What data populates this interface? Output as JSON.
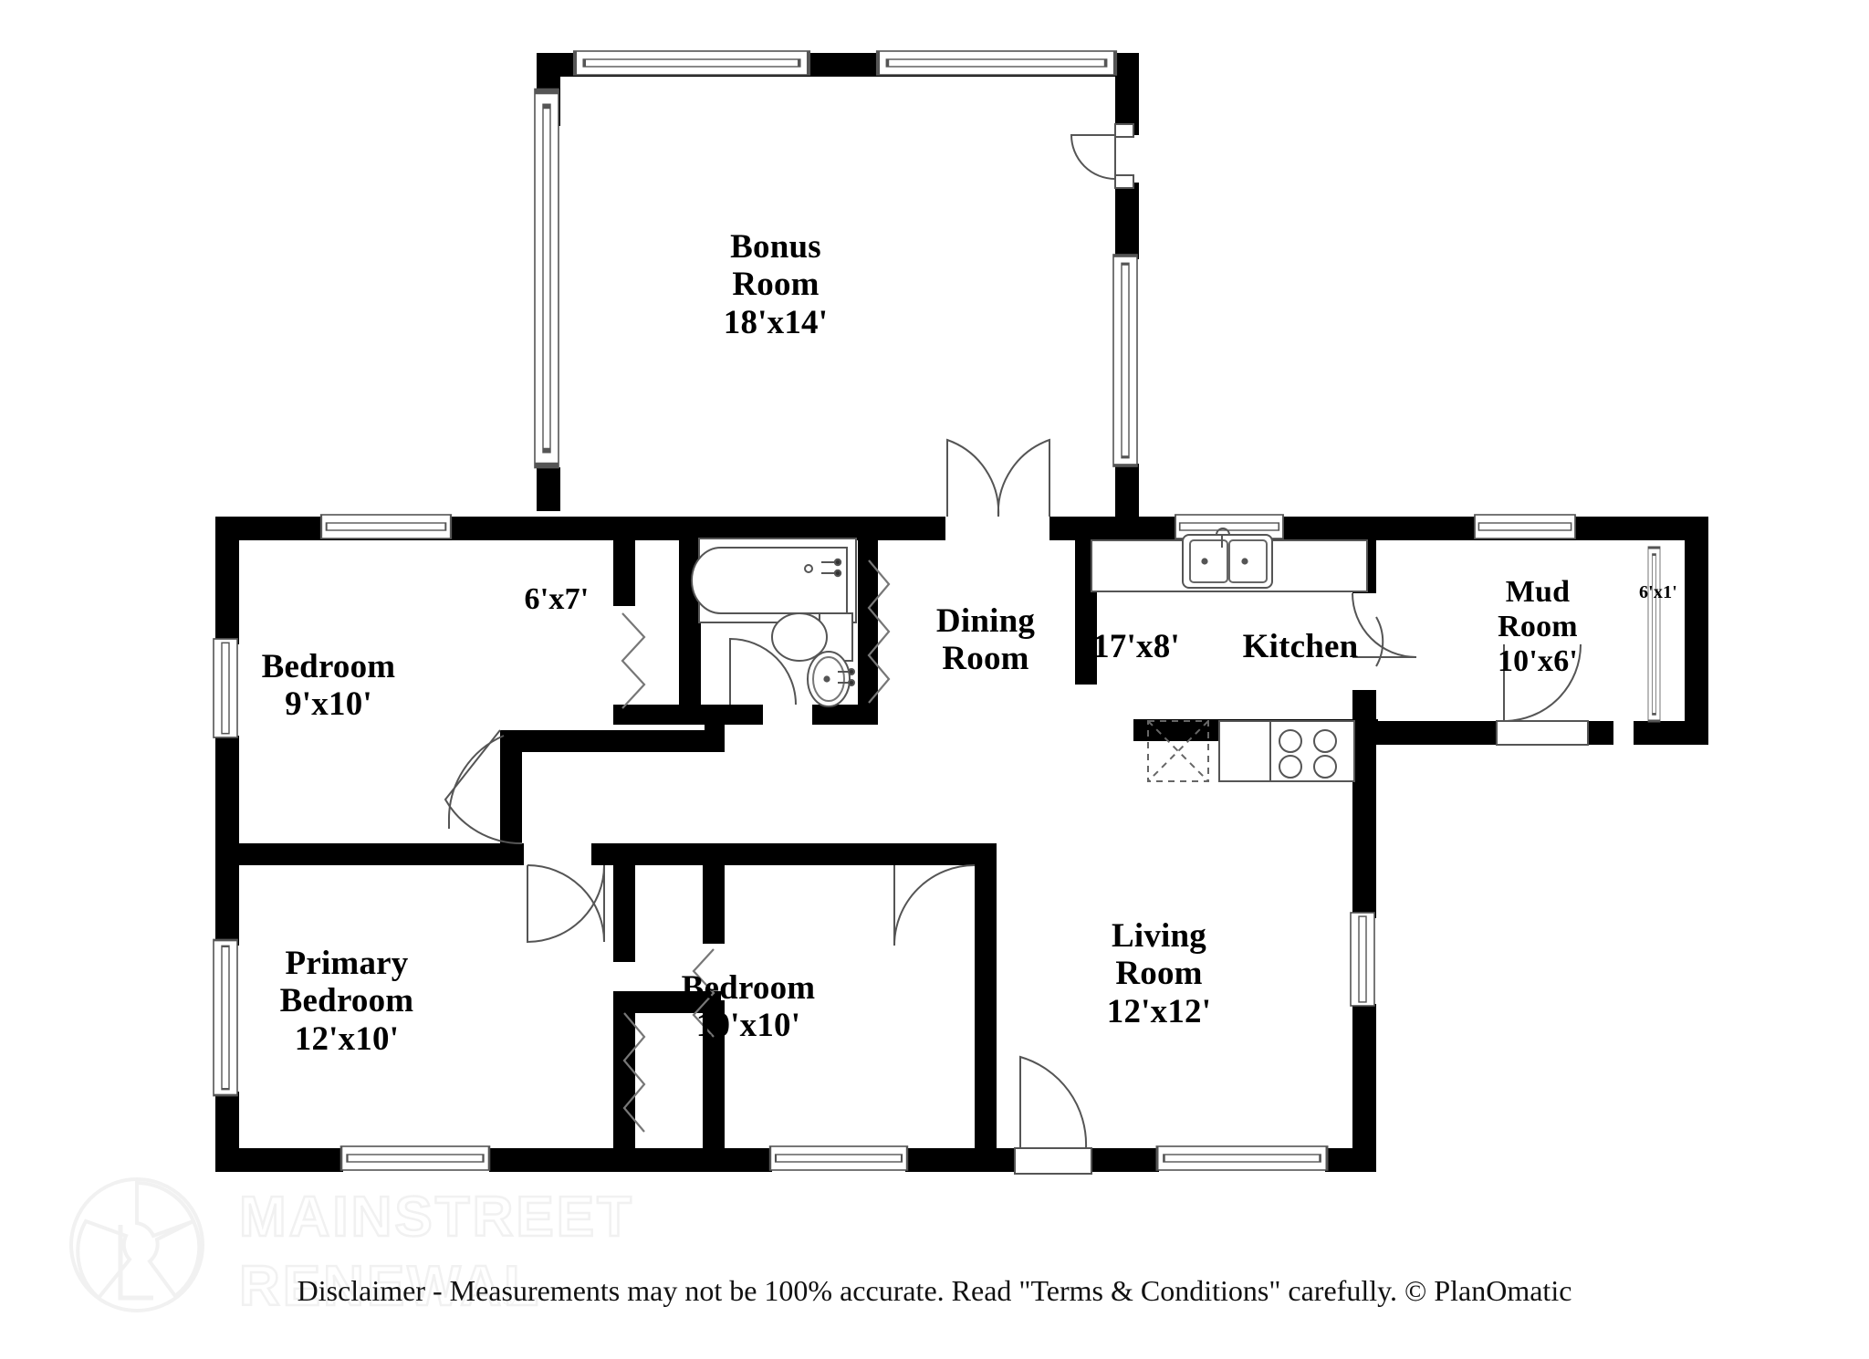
{
  "document": {
    "type": "floor-plan",
    "disclaimer": "Disclaimer - Measurements may not be 100% accurate. Read \"Terms & Conditions\" carefully. © PlanOmatic"
  },
  "watermark": {
    "line1": "MAINSTREET",
    "line2": "RENEWAL",
    "registered_mark": "®",
    "color": "#f0f0f0",
    "logo_icon": "camera-shutter-logo-icon"
  },
  "colors": {
    "wall": "#000000",
    "background": "#ffffff",
    "fixture_stroke": "#333333",
    "text": "#000000",
    "watermark": "#f1f1f1"
  },
  "rooms": [
    {
      "id": "bonus-room",
      "name": "Bonus\nRoom",
      "dimensions": "18'x14'",
      "label": "Bonus\nRoom\n18'x14'",
      "size": "lg"
    },
    {
      "id": "bedroom-front",
      "name": "Bedroom",
      "dimensions": "9'x10'",
      "label": "Bedroom\n9'x10'",
      "size": "lg"
    },
    {
      "id": "closet-6x7",
      "name": "",
      "dimensions": "6'x7'",
      "label": "6'x7'",
      "size": "md"
    },
    {
      "id": "dining-room",
      "name": "Dining\nRoom",
      "dimensions": "",
      "label": "Dining\nRoom",
      "size": "lg"
    },
    {
      "id": "kitchen-dims",
      "name": "",
      "dimensions": "17'x8'",
      "label": "17'x8'",
      "size": "lg"
    },
    {
      "id": "kitchen",
      "name": "Kitchen",
      "dimensions": "",
      "label": "Kitchen",
      "size": "lg"
    },
    {
      "id": "mud-room",
      "name": "Mud\nRoom",
      "dimensions": "10'x6'",
      "label": "Mud\nRoom\n10'x6'",
      "size": "md"
    },
    {
      "id": "mud-closet",
      "name": "",
      "dimensions": "6'x1'",
      "label": "6'x1'",
      "size": "sm"
    },
    {
      "id": "primary-bedroom",
      "name": "Primary\nBedroom",
      "dimensions": "12'x10'",
      "label": "Primary\nBedroom\n12'x10'",
      "size": "lg"
    },
    {
      "id": "bedroom-rear",
      "name": "Bedroom",
      "dimensions": "10'x10'",
      "label": "Bedroom\n10'x10'",
      "size": "lg"
    },
    {
      "id": "living-room",
      "name": "Living\nRoom",
      "dimensions": "12'x12'",
      "label": "Living\nRoom\n12'x12'",
      "size": "lg"
    }
  ],
  "fixtures": [
    {
      "id": "bathtub",
      "icon": "bathtub-icon"
    },
    {
      "id": "toilet",
      "icon": "toilet-icon"
    },
    {
      "id": "bathroom-sink",
      "icon": "sink-icon"
    },
    {
      "id": "kitchen-sink",
      "icon": "double-sink-icon"
    },
    {
      "id": "range",
      "icon": "stove-range-icon"
    },
    {
      "id": "refrigerator",
      "icon": "refrigerator-icon"
    },
    {
      "id": "kitchen-counter",
      "icon": "counter-icon"
    }
  ],
  "openings": {
    "windows_count": 11,
    "doors_count": 7,
    "closet_symbol": "zigzag-closet-icon"
  }
}
